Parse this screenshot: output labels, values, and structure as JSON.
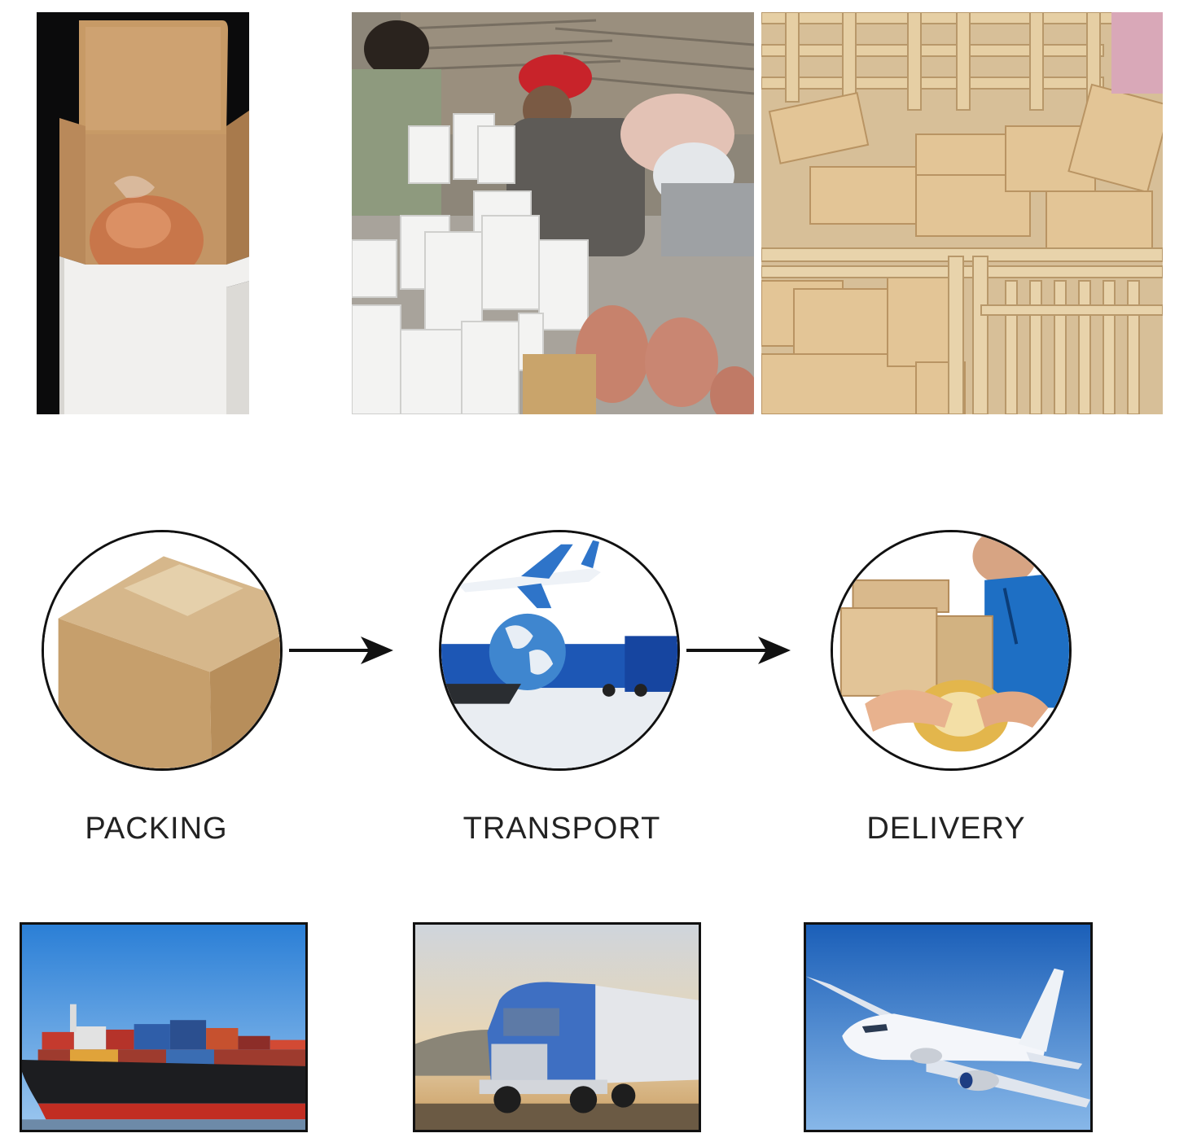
{
  "process": {
    "steps": [
      {
        "label": "PACKING",
        "icon": "cardboard-box-icon"
      },
      {
        "label": "TRANSPORT",
        "icon": "globe-plane-truck-icon"
      },
      {
        "label": "DELIVERY",
        "icon": "courier-handover-icon"
      }
    ],
    "arrow_icon": "arrow-right-icon"
  },
  "top_photos": [
    {
      "subject": "salt lamp in open white box"
    },
    {
      "subject": "workers packing salt lamps into boxes"
    },
    {
      "subject": "cartons in wooden crates"
    }
  ],
  "bottom_photos": [
    {
      "subject": "container ship"
    },
    {
      "subject": "truck"
    },
    {
      "subject": "airplane"
    }
  ]
}
